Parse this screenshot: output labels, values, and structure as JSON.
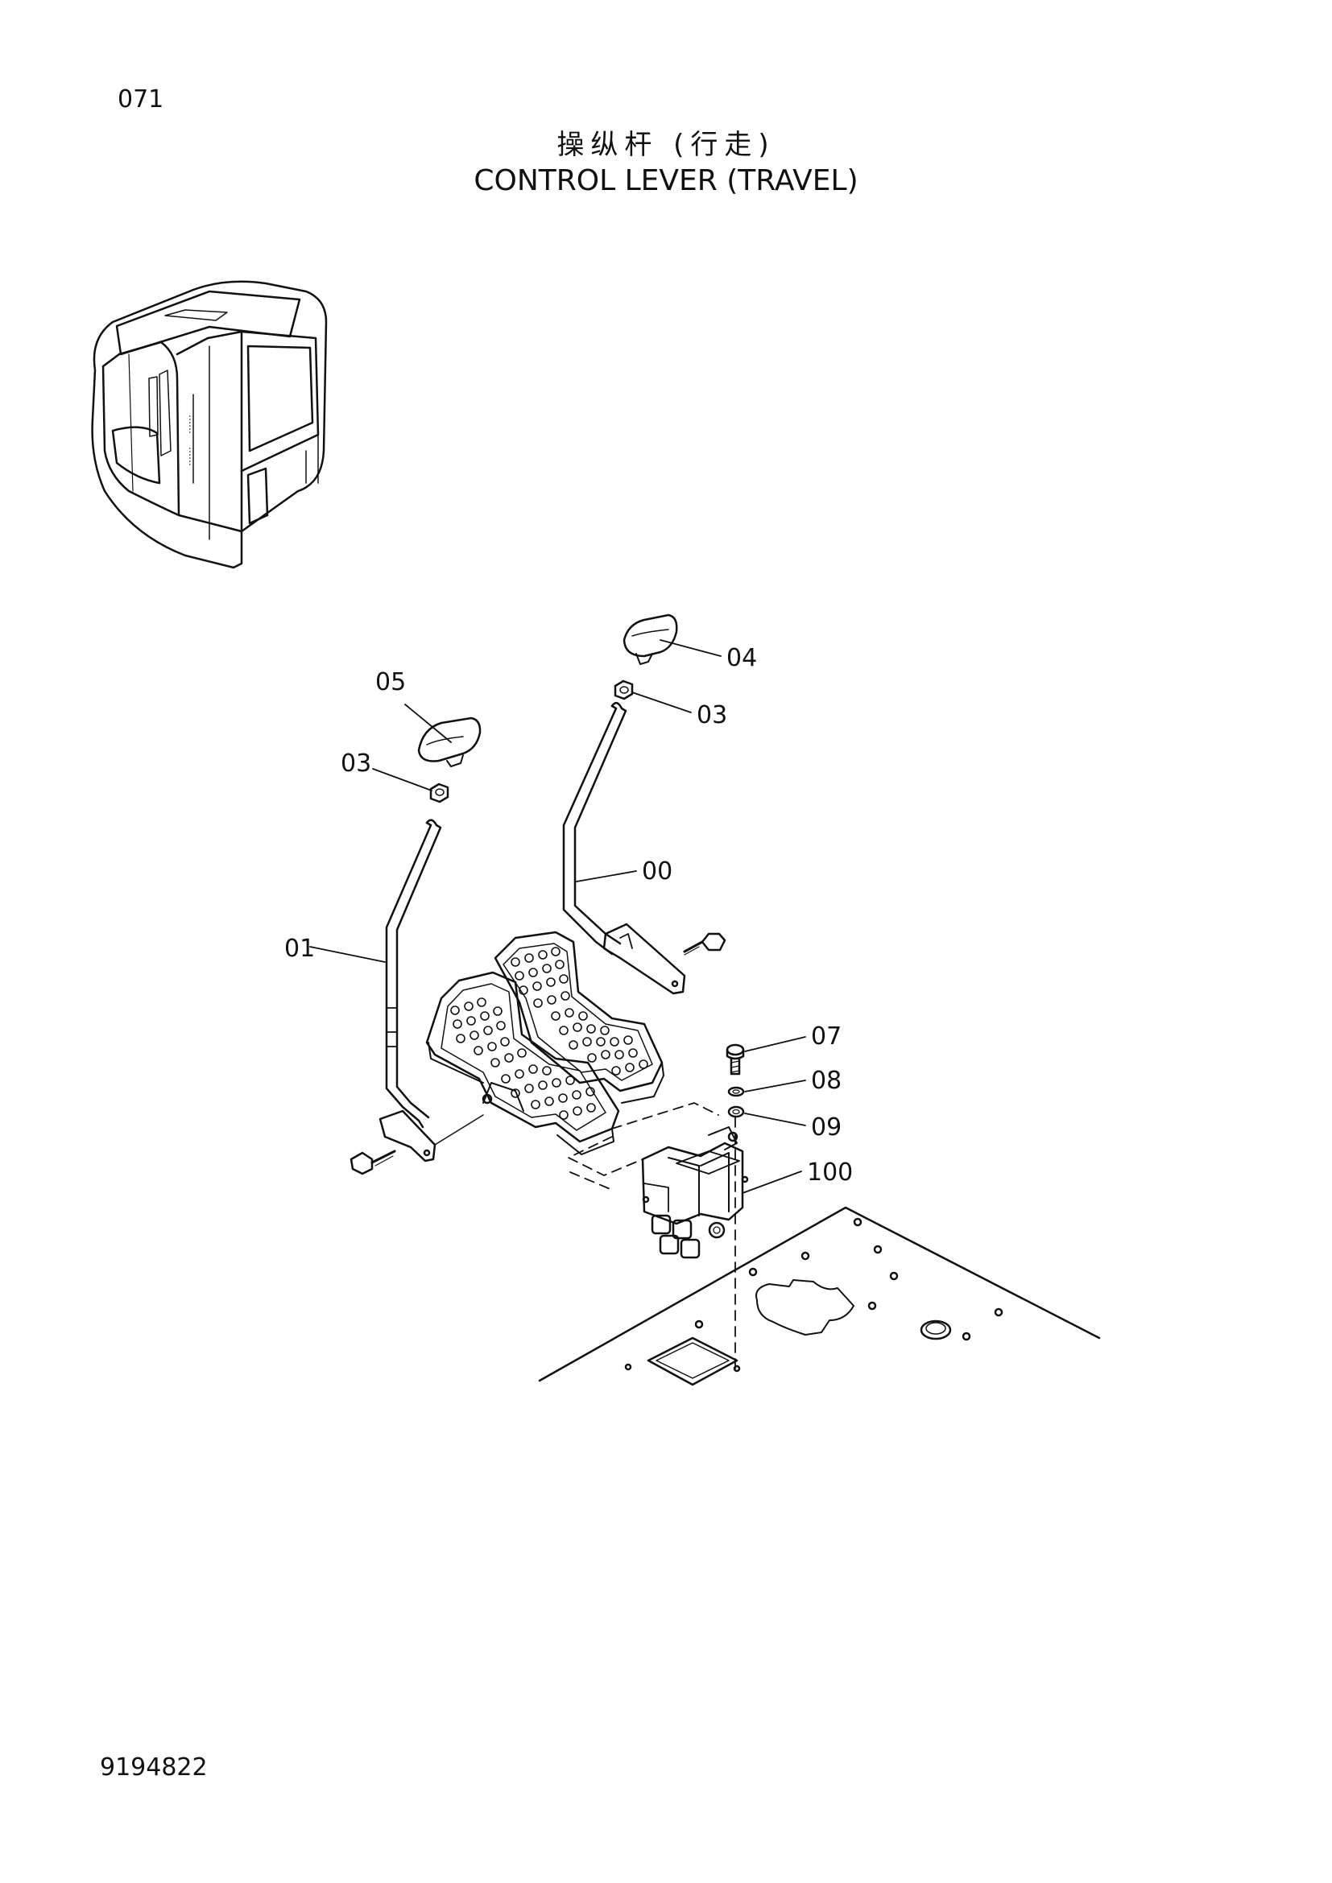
{
  "page_number": "071",
  "title_cn": "操纵杆 (行走)",
  "title_en": "CONTROL LEVER (TRAVEL)",
  "doc_number": "9194822",
  "callouts": {
    "c04": "04",
    "c05": "05",
    "c03_right": "03",
    "c03_left": "03",
    "c00": "00",
    "c01": "01",
    "c07": "07",
    "c08": "08",
    "c09": "09",
    "c100": "100"
  }
}
